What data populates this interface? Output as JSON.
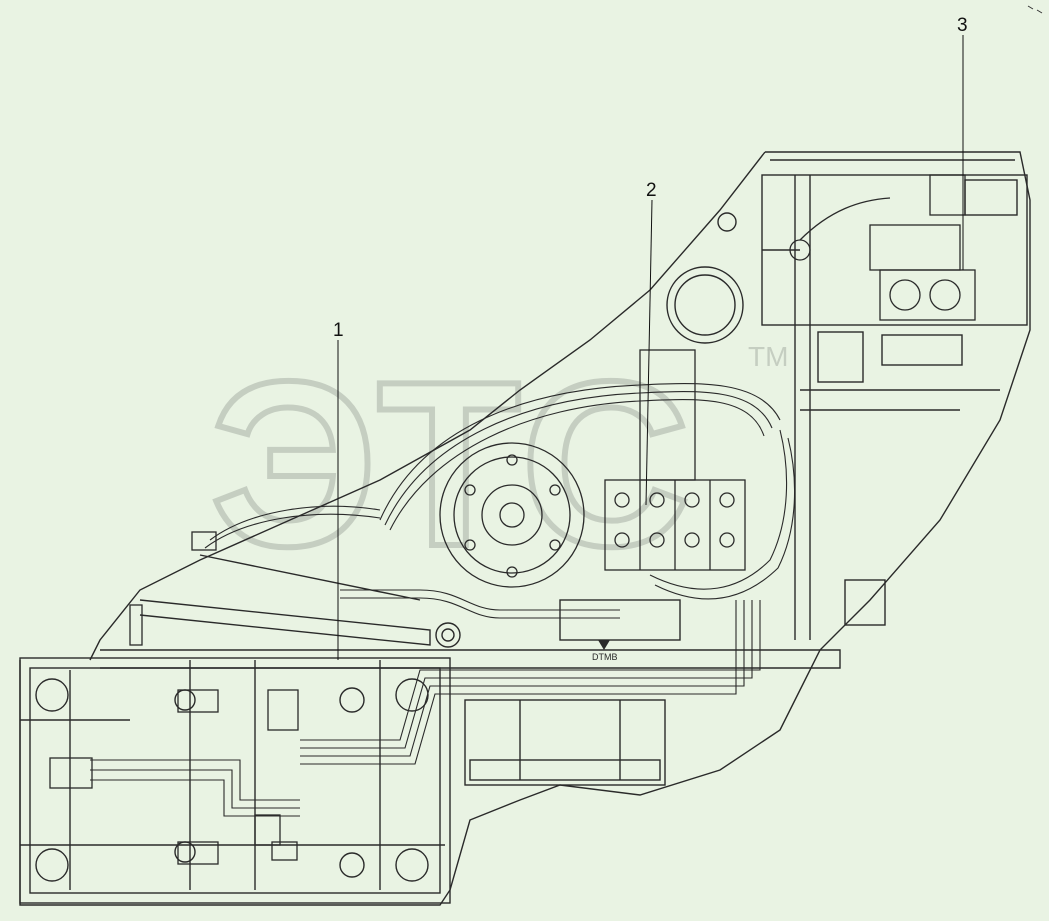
{
  "diagram": {
    "callouts": [
      {
        "id": "1",
        "label": "1"
      },
      {
        "id": "2",
        "label": "2"
      },
      {
        "id": "3",
        "label": "3"
      }
    ],
    "watermark": {
      "text": "ЭТС",
      "mark": "TM",
      "color": "#c8cfc6"
    },
    "stencil": "DTMB",
    "colors": {
      "background": "#e9f3e3",
      "line": "#2a2a2a"
    }
  }
}
